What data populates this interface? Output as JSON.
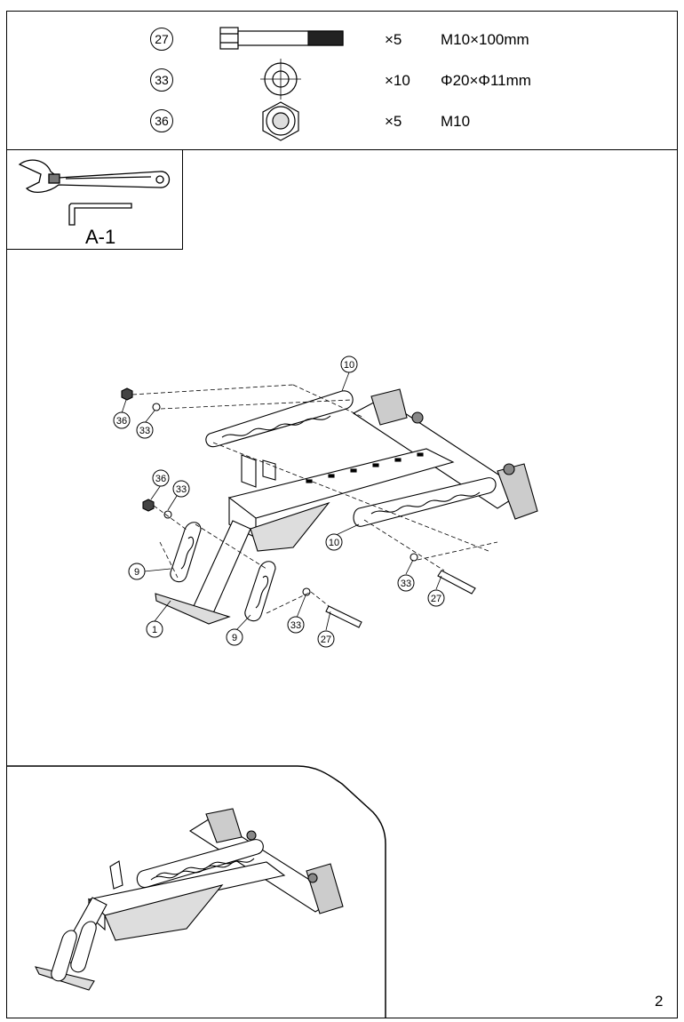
{
  "parts": [
    {
      "number": "27",
      "icon": "bolt-icon",
      "qty": "×5",
      "spec": "M10×100mm"
    },
    {
      "number": "33",
      "icon": "washer-icon",
      "qty": "×10",
      "spec": "Φ20×Φ11mm"
    },
    {
      "number": "36",
      "icon": "nut-icon",
      "qty": "×5",
      "spec": "M10"
    }
  ],
  "tools": {
    "label": "A-1",
    "icons": [
      "wrench-icon",
      "allen-key-icon"
    ]
  },
  "callouts": [
    "10",
    "36",
    "33",
    "36",
    "33",
    "9",
    "1",
    "9",
    "33",
    "27",
    "10",
    "33",
    "27"
  ],
  "page_number": "2"
}
